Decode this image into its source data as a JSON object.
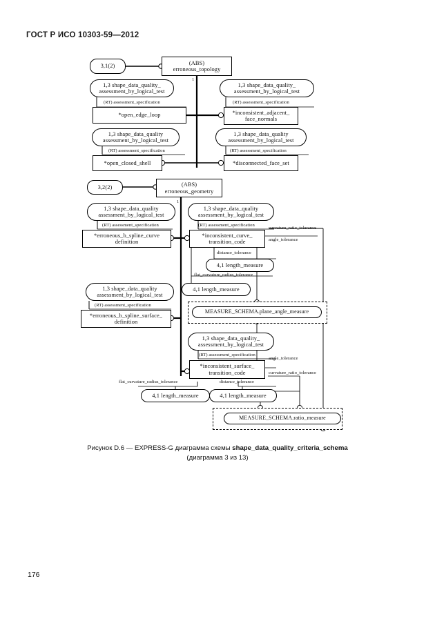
{
  "header": {
    "standard_title": "ГОСТ Р ИСО 10303-59—2012"
  },
  "footer": {
    "page_number": "176"
  },
  "caption": {
    "line1_prefix": "Рисунок D.6 — EXPRESS-G диаграмма схемы ",
    "line1_bold": "shape_data_quality_criteria_schema",
    "line2": "(диаграмма 3 из 13)"
  },
  "diagram": {
    "name": "EXPRESS-G diagram shape_data_quality_criteria_schema, diagram 3 of 13",
    "top": {
      "page_ref": "3,1(2)",
      "root_abs": "(ABS)",
      "root_name": "erroneous_topology",
      "root_multiplicity": "1",
      "nodes": [
        {
          "id": "t-ref-1",
          "line1": "1,3  shape_data_quality_",
          "line2": "assessment_by_logical_test"
        },
        {
          "id": "t-ent-1",
          "line1": "*open_edge_loop",
          "line2": ""
        },
        {
          "id": "t-ref-2",
          "line1": "1,3  shape_data_quality_",
          "line2": "assessment_by_logical_test"
        },
        {
          "id": "t-ent-2",
          "line1": "*inconsistent_adjacent_",
          "line2": "face_normals"
        },
        {
          "id": "t-ref-3",
          "line1": "1,3  shape_data_quality",
          "line2": "assessment_by_logical_test"
        },
        {
          "id": "t-ent-3",
          "line1": "*open_closed_shell",
          "line2": ""
        },
        {
          "id": "t-ref-4",
          "line1": "1,3  shape_data_quality",
          "line2": "assessment_by_logical_test"
        },
        {
          "id": "t-ent-4",
          "line1": "*disconnected_face_set",
          "line2": ""
        }
      ],
      "edge_labels": [
        "(RT) assessment_specification",
        "(RT) assessment_specification",
        "(RT) assessment_specification",
        "(RT) assessment_specification"
      ]
    },
    "bottom": {
      "page_ref": "3,2(2)",
      "root_abs": "(ABS)",
      "root_name": "erroneous_geometry",
      "root_multiplicity": "1",
      "nodes": [
        {
          "id": "b-ref-1",
          "line1": "1,3  shape_data_quality",
          "line2": "assessment_by_logical_test"
        },
        {
          "id": "b-ent-1",
          "line1": "*erroneous_b_spline_curve",
          "line2": "definition"
        },
        {
          "id": "b-ref-2",
          "line1": "1,3  shape_data_quality",
          "line2": "assessment_by_logical_test"
        },
        {
          "id": "b-ent-2",
          "line1": "*inconsistent_curve_",
          "line2": "transition_code"
        },
        {
          "id": "b-len-1",
          "line1": "4,1  length_measure",
          "line2": ""
        },
        {
          "id": "b-len-2",
          "line1": "4,1  length_measure",
          "line2": ""
        },
        {
          "id": "b-ref-3",
          "line1": "1,3  shape_data_quality",
          "line2": "assessment_by_logical_test"
        },
        {
          "id": "b-ent-3",
          "line1": "*erroneous_b_spline_surface_",
          "line2": "definition"
        },
        {
          "id": "b-meas-1",
          "line1": "MEASURE_SCHEMA.plane_angle_measure",
          "line2": ""
        },
        {
          "id": "b-ref-4",
          "line1": "1,3  shape_data_quality_",
          "line2": "assessment_by_logical_test"
        },
        {
          "id": "b-ent-4",
          "line1": "*inconsistent_surface_",
          "line2": "transition_code"
        },
        {
          "id": "b-len-3",
          "line1": "4,1  length_measure",
          "line2": ""
        },
        {
          "id": "b-len-4",
          "line1": "4,1  length_measure",
          "line2": ""
        },
        {
          "id": "b-meas-2",
          "line1": "MEASURE_SCHEMA.ratio_measure",
          "line2": ""
        }
      ],
      "edge_labels": {
        "rt1": "(RT) assessment_specification",
        "rt2": "(RT) assessment_specification",
        "rt3": "(RT) assessment_specification",
        "rt4": "(RT) assessment_specification",
        "curvature_ratio_1": "curvature_ratio_tolerance",
        "angle_1": "angle_tolerance",
        "distance_1": "distance_tolerance",
        "flat_1": "flat_curvature_radius_tolerance",
        "angle_2": "angle_tolerance",
        "curvature_ratio_2": "curvature_ratio_tolerance",
        "flat_2": "flat_curvature_radius_tolerance",
        "distance_2": "distance_tolerance"
      }
    }
  }
}
